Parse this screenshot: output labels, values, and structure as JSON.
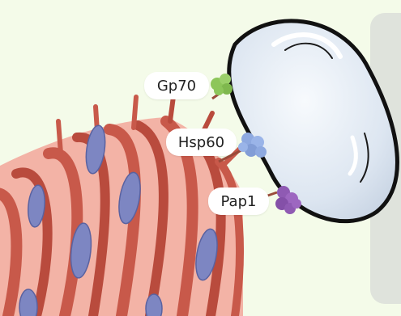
{
  "labels": {
    "gp70": "Gp70",
    "hsp60": "Hsp60",
    "pap1": "Pap1"
  },
  "colors": {
    "background": "#f4fbe9",
    "panel": "#dfe3dc",
    "tissue_light": "#f3b3a6",
    "muscle_fiber": "#c8594a",
    "nucleus": "#7d86c2",
    "cell_fill": "#e4ecf6",
    "gp70": "#8dc65a",
    "hsp60": "#8ea9e0",
    "pap1": "#8f5ab3"
  },
  "icons": [
    "yeast-cell-icon",
    "tissue-fiber-icon",
    "protein-blob-icon"
  ]
}
